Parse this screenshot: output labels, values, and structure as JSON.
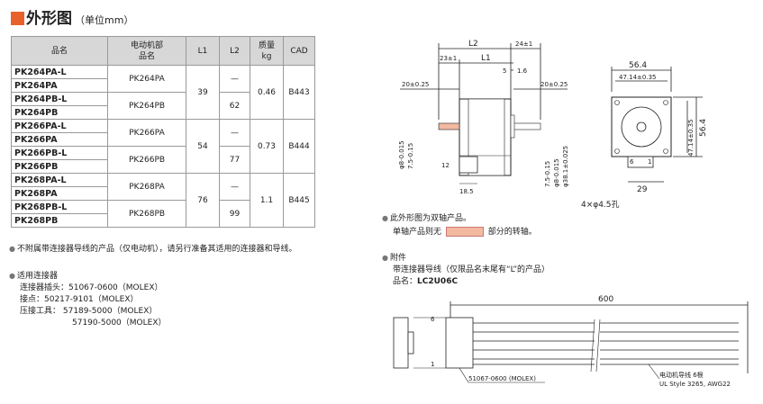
{
  "section": {
    "title": "外形图",
    "unit": "（单位mm）"
  },
  "table": {
    "headers": [
      "品名",
      "电动机部\n品名",
      "L1",
      "L2",
      "质量\nkg",
      "CAD"
    ],
    "groups": [
      {
        "parts": [
          "PK264PA-L",
          "PK264PA",
          "PK264PB-L",
          "PK264PB"
        ],
        "motors": [
          "PK264PA",
          "PK264PB"
        ],
        "l1": "39",
        "l2": [
          "—",
          "62"
        ],
        "mass": "0.46",
        "cad": "B443"
      },
      {
        "parts": [
          "PK266PA-L",
          "PK266PA",
          "PK266PB-L",
          "PK266PB"
        ],
        "motors": [
          "PK266PA",
          "PK266PB"
        ],
        "l1": "54",
        "l2": [
          "—",
          "77"
        ],
        "mass": "0.73",
        "cad": "B444"
      },
      {
        "parts": [
          "PK268PA-L",
          "PK268PA",
          "PK268PB-L",
          "PK268PB"
        ],
        "motors": [
          "PK268PA",
          "PK268PB"
        ],
        "l1": "76",
        "l2": [
          "—",
          "99"
        ],
        "mass": "1.1",
        "cad": "B445"
      }
    ]
  },
  "notes": {
    "no_connector": "不附属带连接器导线的产品（仅电动机），请另行准备其适用的连接器和导线。",
    "connector_title": "适用连接器",
    "connector_lines": [
      "连接器插头：51067-0600（MOLEX）",
      "接点：50217-9101（MOLEX）",
      "压接工具： 57189-5000（MOLEX）",
      "57190-5000（MOLEX）"
    ],
    "dual_shaft": "此外形图为双轴产品。",
    "single_shaft_pre": "单轴产品则无",
    "single_shaft_post": "部分的转轴。",
    "accessory_title": "附件",
    "accessory_desc": "带连接器导线（仅限品名末尾有“L”的产品）",
    "accessory_part_label": "品名：",
    "accessory_part": "LC2U06C"
  },
  "drawing": {
    "side": {
      "l2": "L2",
      "l1": "L1",
      "d24": "24±1",
      "d23": "23±1",
      "d5": "5",
      "d16": "1.6",
      "d20a": "20±0.25",
      "d20b": "20±0.25",
      "d12": "12",
      "d185": "18.5",
      "phi8a": "φ8-0.015",
      "d75a": "7.5-0.15",
      "d75b": "7.5-0.15",
      "phi8b": "φ8-0.015",
      "phi38": "φ38.1±0.025"
    },
    "front": {
      "d564": "56.4",
      "d4714": "47.14±0.35",
      "d4714v": "47.14±0.35",
      "d564v": "56.4",
      "d29": "29",
      "holes": "4×φ4.5孔",
      "pin6": "6",
      "pin1": "1"
    },
    "cable": {
      "length": "600",
      "pin6": "6",
      "pin1": "1",
      "connector": "51067-0600 (MOLEX)",
      "wire_label": "电动机导线 6根",
      "wire_spec": "UL Style 3265, AWG22"
    }
  },
  "colors": {
    "accent": "#e8612c",
    "header_bg": "#d7d7d7",
    "highlight": "#f2b8a0"
  }
}
